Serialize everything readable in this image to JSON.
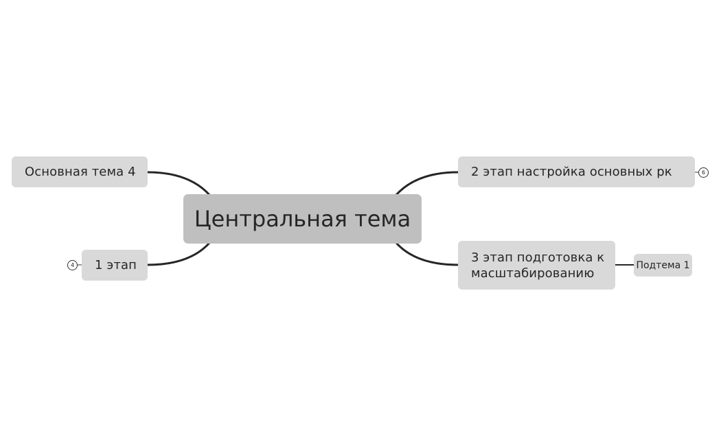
{
  "mindmap": {
    "central": {
      "label": "Центральная тема"
    },
    "topics": [
      {
        "id": "t1",
        "label": "Основная тема 4",
        "side": "left"
      },
      {
        "id": "t2",
        "label": "1 этап",
        "side": "left",
        "collapsed_count": "4"
      },
      {
        "id": "t3",
        "label": "2 этап настройка основных рк",
        "side": "right",
        "collapsed_count": "6"
      },
      {
        "id": "t4",
        "label_line1": "3 этап подготовка к",
        "label_line2": "масштабированию",
        "side": "right",
        "subtopics": [
          {
            "label": "Подтема 1"
          }
        ]
      }
    ]
  },
  "colors": {
    "background": "#ffffff",
    "central_fill": "#bfbfbf",
    "topic_fill": "#d9d9d9",
    "connector": "#262626",
    "text": "#262626"
  }
}
